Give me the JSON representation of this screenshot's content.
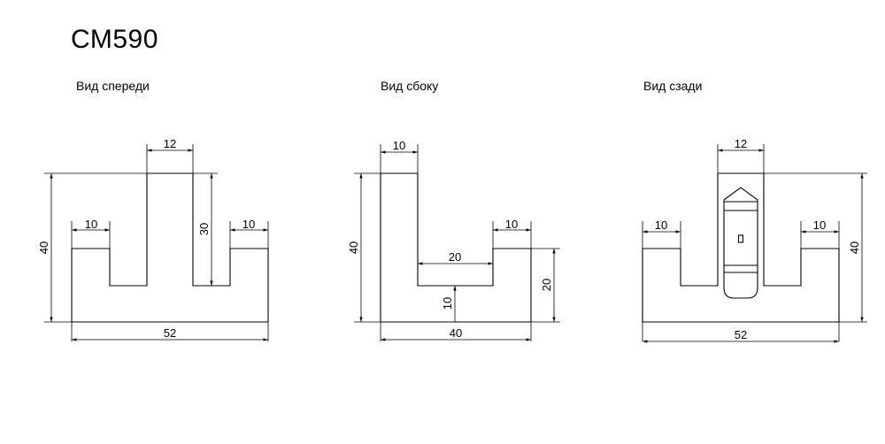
{
  "title": "СМ590",
  "views": {
    "front": {
      "label": "Вид спереди",
      "dims": {
        "w": "52",
        "h": "40",
        "top": "12",
        "post": "30",
        "left": "10",
        "right": "10"
      }
    },
    "side": {
      "label": "Вид сбоку",
      "dims": {
        "w": "40",
        "h": "40",
        "top": "10",
        "inner": "20",
        "base": "10",
        "right": "10",
        "rightH": "20"
      }
    },
    "back": {
      "label": "Вид сзади",
      "dims": {
        "w": "52",
        "h": "40",
        "top": "12",
        "left": "10",
        "right": "10"
      }
    }
  }
}
